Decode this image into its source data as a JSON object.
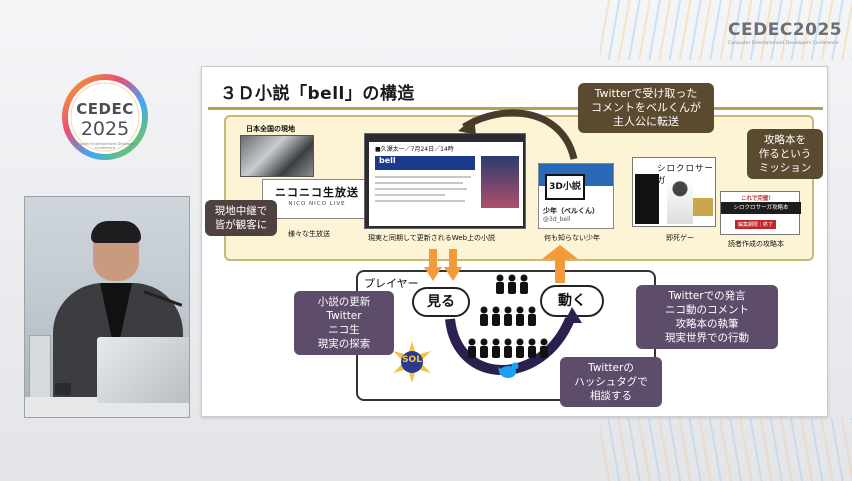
{
  "brand": {
    "top_word": "CEDEC2025",
    "top_sub": "Computer Entertainment Developers Conference",
    "logo_word": "CEDEC",
    "logo_year": "2025",
    "logo_sub": "Computer Entertainment Developers Conference"
  },
  "slide": {
    "title": "３Ｄ小説「bell」の構造",
    "upper": {
      "news_title": "日本全国の現地",
      "nico_big": "ニコニコ生放送",
      "nico_small": "NICO NICO LIVE",
      "caption_live": "様々な生放送",
      "web_heading": "■久瀬太一／7月24日／14時",
      "web_banner": "bell",
      "caption_web": "現実と同期して更新されるWeb上の小説",
      "tw_avatar": "3D小説",
      "tw_name": "少年（ベルくん）",
      "tw_handle": "@3d_bell",
      "caption_tw": "何も知らない少年",
      "manga_title": "シロクロサーガ",
      "caption_manga": "即死ゲー",
      "guide_red1": "これで完璧！",
      "guide_dark": "シロクロサーガ攻略本",
      "guide_red2": "編集期限｜終了",
      "caption_guide": "読者作成の攻略本"
    },
    "callouts": {
      "live_relay": "現地中継で\n皆が観客に",
      "twitter_forward": "Twitterで受け取った\nコメントをベルくんが\n主人公に転送",
      "mission": "攻略本を\n作るという\nミッション",
      "inputs": "小説の更新\nTwitter\nニコ生\n現実の探索",
      "actions": "Twitterでの発言\nニコ動のコメント\n攻略本の執筆\n現実世界での行動",
      "hashtag": "Twitterの\nハッシュタグで\n相談する"
    },
    "lower": {
      "label": "プレイヤー",
      "see": "見る",
      "move": "動く",
      "sol": "SOL"
    }
  }
}
